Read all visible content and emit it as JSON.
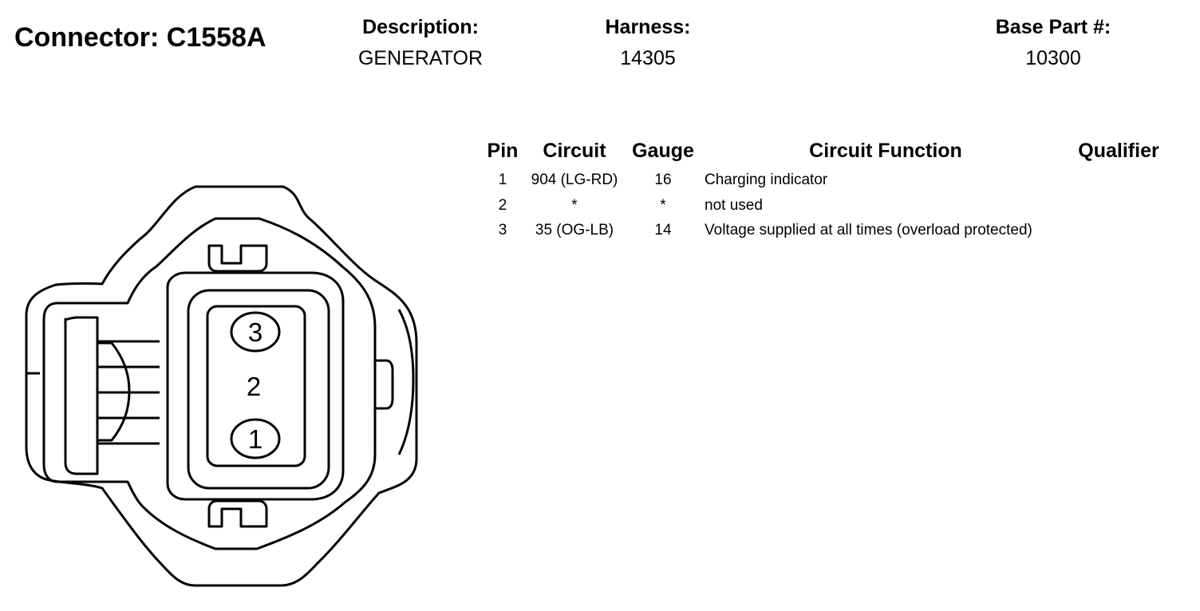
{
  "header": {
    "connector": "Connector: C1558A",
    "description_label": "Description:",
    "description_value": "GENERATOR",
    "harness_label": "Harness:",
    "harness_value": "14305",
    "base_part_label": "Base Part #:",
    "base_part_value": "10300"
  },
  "table": {
    "columns": [
      "Pin",
      "Circuit",
      "Gauge",
      "Circuit Function",
      "Qualifier"
    ],
    "rows": [
      {
        "pin": "1",
        "circuit": "904 (LG-RD)",
        "gauge": "16",
        "function": "Charging indicator",
        "qualifier": ""
      },
      {
        "pin": "2",
        "circuit": "*",
        "gauge": "*",
        "function": "not used",
        "qualifier": ""
      },
      {
        "pin": "3",
        "circuit": "35 (OG-LB)",
        "gauge": "14",
        "function": "Voltage supplied at all times (overload protected)",
        "qualifier": ""
      }
    ]
  },
  "diagram": {
    "pin_top": "3",
    "pin_middle": "2",
    "pin_bottom": "1"
  }
}
